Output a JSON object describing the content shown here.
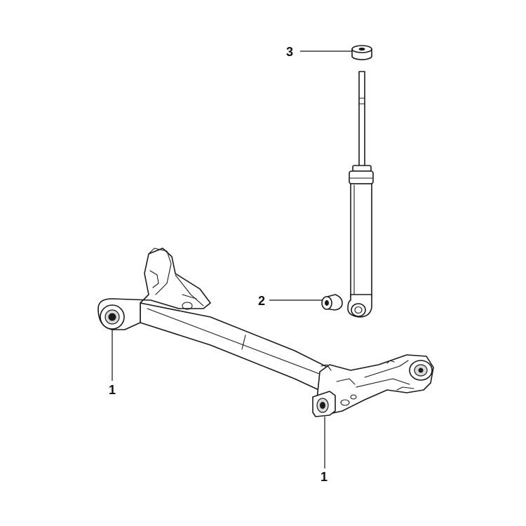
{
  "callouts": {
    "bushing_left": "1",
    "bushing_right": "1",
    "shock_lower_bushing": "2",
    "shock_upper_mount": "3"
  }
}
